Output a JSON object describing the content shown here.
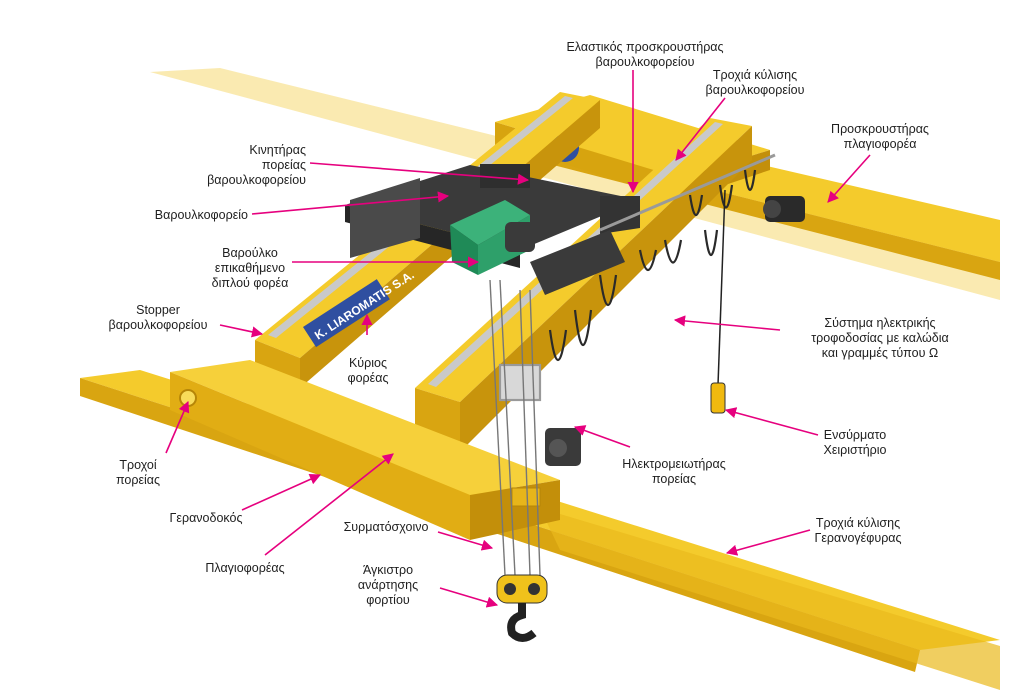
{
  "accent_color": "#e6007e",
  "beam_color": "#f2c21b",
  "labels": {
    "trolley_buffer": "Ελαστικός προσκρουστήρας\nβαρουλκοφορείου",
    "trolley_rail": "Τροχιά κύλισης\nβαρουλκοφορείου",
    "endcarriage_buffer": "Προσκρουστήρας\nπλαγιοφορέα",
    "trolley_motor": "Κινητήρας\nπορείας\nβαρουλκοφορείου",
    "trolley": "Βαρουλκοφορείο",
    "hoist": "Βαρούλκο\nεπικαθήμενο\nδιπλού φορέα",
    "trolley_stopper": "Stopper\nβαρουλκοφορείου",
    "main_girder": "Κύριος\nφορέας",
    "festoon_system": "Σύστημα ηλεκτρικής\nτροφοδοσίας με καλώδια\nκαι γραμμές τύπου Ω",
    "pendant": "Ενσύρματο\nΧειριστήριο",
    "travel_wheels": "Τροχοί\nπορείας",
    "geared_motor": "Ηλεκτρομειωτήρας\nπορείας",
    "crane_girder": "Γερανοδοκός",
    "wire_rope": "Συρματόσχοινο",
    "runway_rail": "Τροχιά κύλισης\nΓερανογέφυρας",
    "end_carriage": "Πλαγιοφορέας",
    "hook": "Άγκιστρο\nανάρτησης\nφορτίου"
  },
  "brand_text": "K. LIAROMATIS S.A."
}
